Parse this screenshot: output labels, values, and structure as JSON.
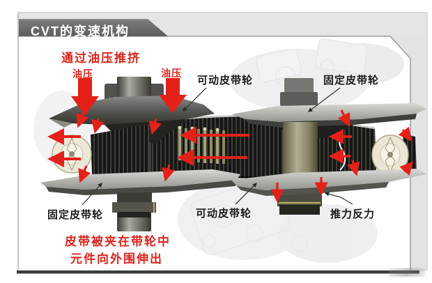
{
  "header": {
    "title": "CVT的变速机构"
  },
  "annotations": {
    "pressure_note": "通过油压推挤",
    "oil_pressure_left": "油压",
    "oil_pressure_right": "油压",
    "movable_pulley_top": "可动皮带轮",
    "fixed_pulley_top": "固定皮带轮",
    "fixed_pulley_bottom": "固定皮带轮",
    "movable_pulley_bottom": "可动皮带轮",
    "thrust_reaction": "推力反力",
    "belt_note_line1": "皮带被夹在带轮中",
    "belt_note_line2": "元件向外围伸出"
  },
  "icons": {
    "oil_pressure_arrow": "red-block-down-arrow",
    "force_arrow": "red-arrow",
    "leader_line": "black-pointer-line"
  },
  "colors": {
    "accent_red": "#d9251d",
    "arrow_red": "#e32119",
    "banner_gray": "#6b6b6b",
    "label_black": "#1a1a1a",
    "frame_gray": "#9b9b9b",
    "panel_bg": "#ffffff",
    "header_strip": "#e5e5e6"
  }
}
